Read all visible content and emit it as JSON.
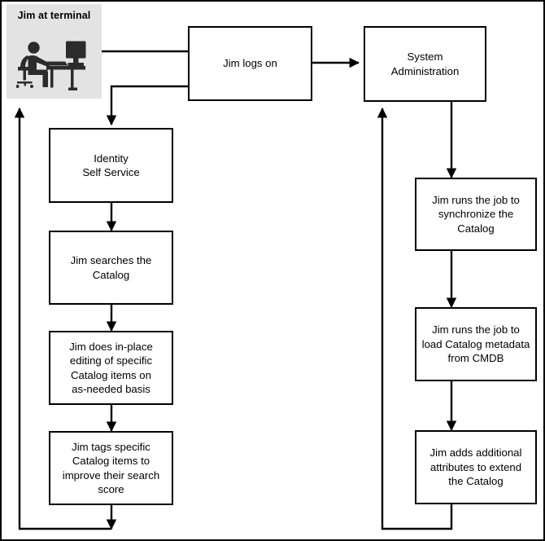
{
  "diagram": {
    "type": "flowchart",
    "title": "Jim at terminal catalog workflow",
    "actor": {
      "label": "Jim\nat terminal",
      "icon": "person-at-terminal-icon",
      "panel_color": "#e3e3e3"
    },
    "nodes": [
      {
        "id": "logon",
        "label": "Jim logs on"
      },
      {
        "id": "sysadmin",
        "label": "System\nAdministration"
      },
      {
        "id": "identity",
        "label": "Identity\nSelf Service"
      },
      {
        "id": "search",
        "label": "Jim searches the\nCatalog"
      },
      {
        "id": "edit",
        "label": "Jim does in-place\nediting of specific\nCatalog items on\nas-needed basis"
      },
      {
        "id": "tag",
        "label": "Jim tags specific\nCatalog items to\nimprove their search\nscore"
      },
      {
        "id": "sync",
        "label": "Jim runs the job to\nsynchronize the\nCatalog"
      },
      {
        "id": "loadmeta",
        "label": "Jim runs the job to\nload Catalog metadata\nfrom CMDB"
      },
      {
        "id": "attrs",
        "label": "Jim adds additional\nattributes to extend\nthe Catalog"
      }
    ],
    "edges": [
      {
        "from": "terminal",
        "to": "logon",
        "name": "terminal-to-logon"
      },
      {
        "from": "logon",
        "to": "sysadmin",
        "name": "logon-to-system-administration"
      },
      {
        "from": "logon",
        "to": "identity",
        "name": "logon-to-identity-self-service"
      },
      {
        "from": "identity",
        "to": "search",
        "name": "identity-to-search"
      },
      {
        "from": "search",
        "to": "edit",
        "name": "search-to-edit"
      },
      {
        "from": "edit",
        "to": "tag",
        "name": "edit-to-tag"
      },
      {
        "from": "tag",
        "to": "terminal",
        "name": "tag-return-to-terminal"
      },
      {
        "from": "sysadmin",
        "to": "sync",
        "name": "system-administration-to-sync"
      },
      {
        "from": "sync",
        "to": "loadmeta",
        "name": "sync-to-load-metadata"
      },
      {
        "from": "loadmeta",
        "to": "attrs",
        "name": "load-metadata-to-attributes"
      },
      {
        "from": "attrs",
        "to": "sysadmin",
        "name": "attributes-return-to-system-administration"
      }
    ],
    "colors": {
      "line": "#000000",
      "node_fill": "#ffffff",
      "panel_fill": "#e3e3e3",
      "icon": "#2b2b2b"
    }
  }
}
